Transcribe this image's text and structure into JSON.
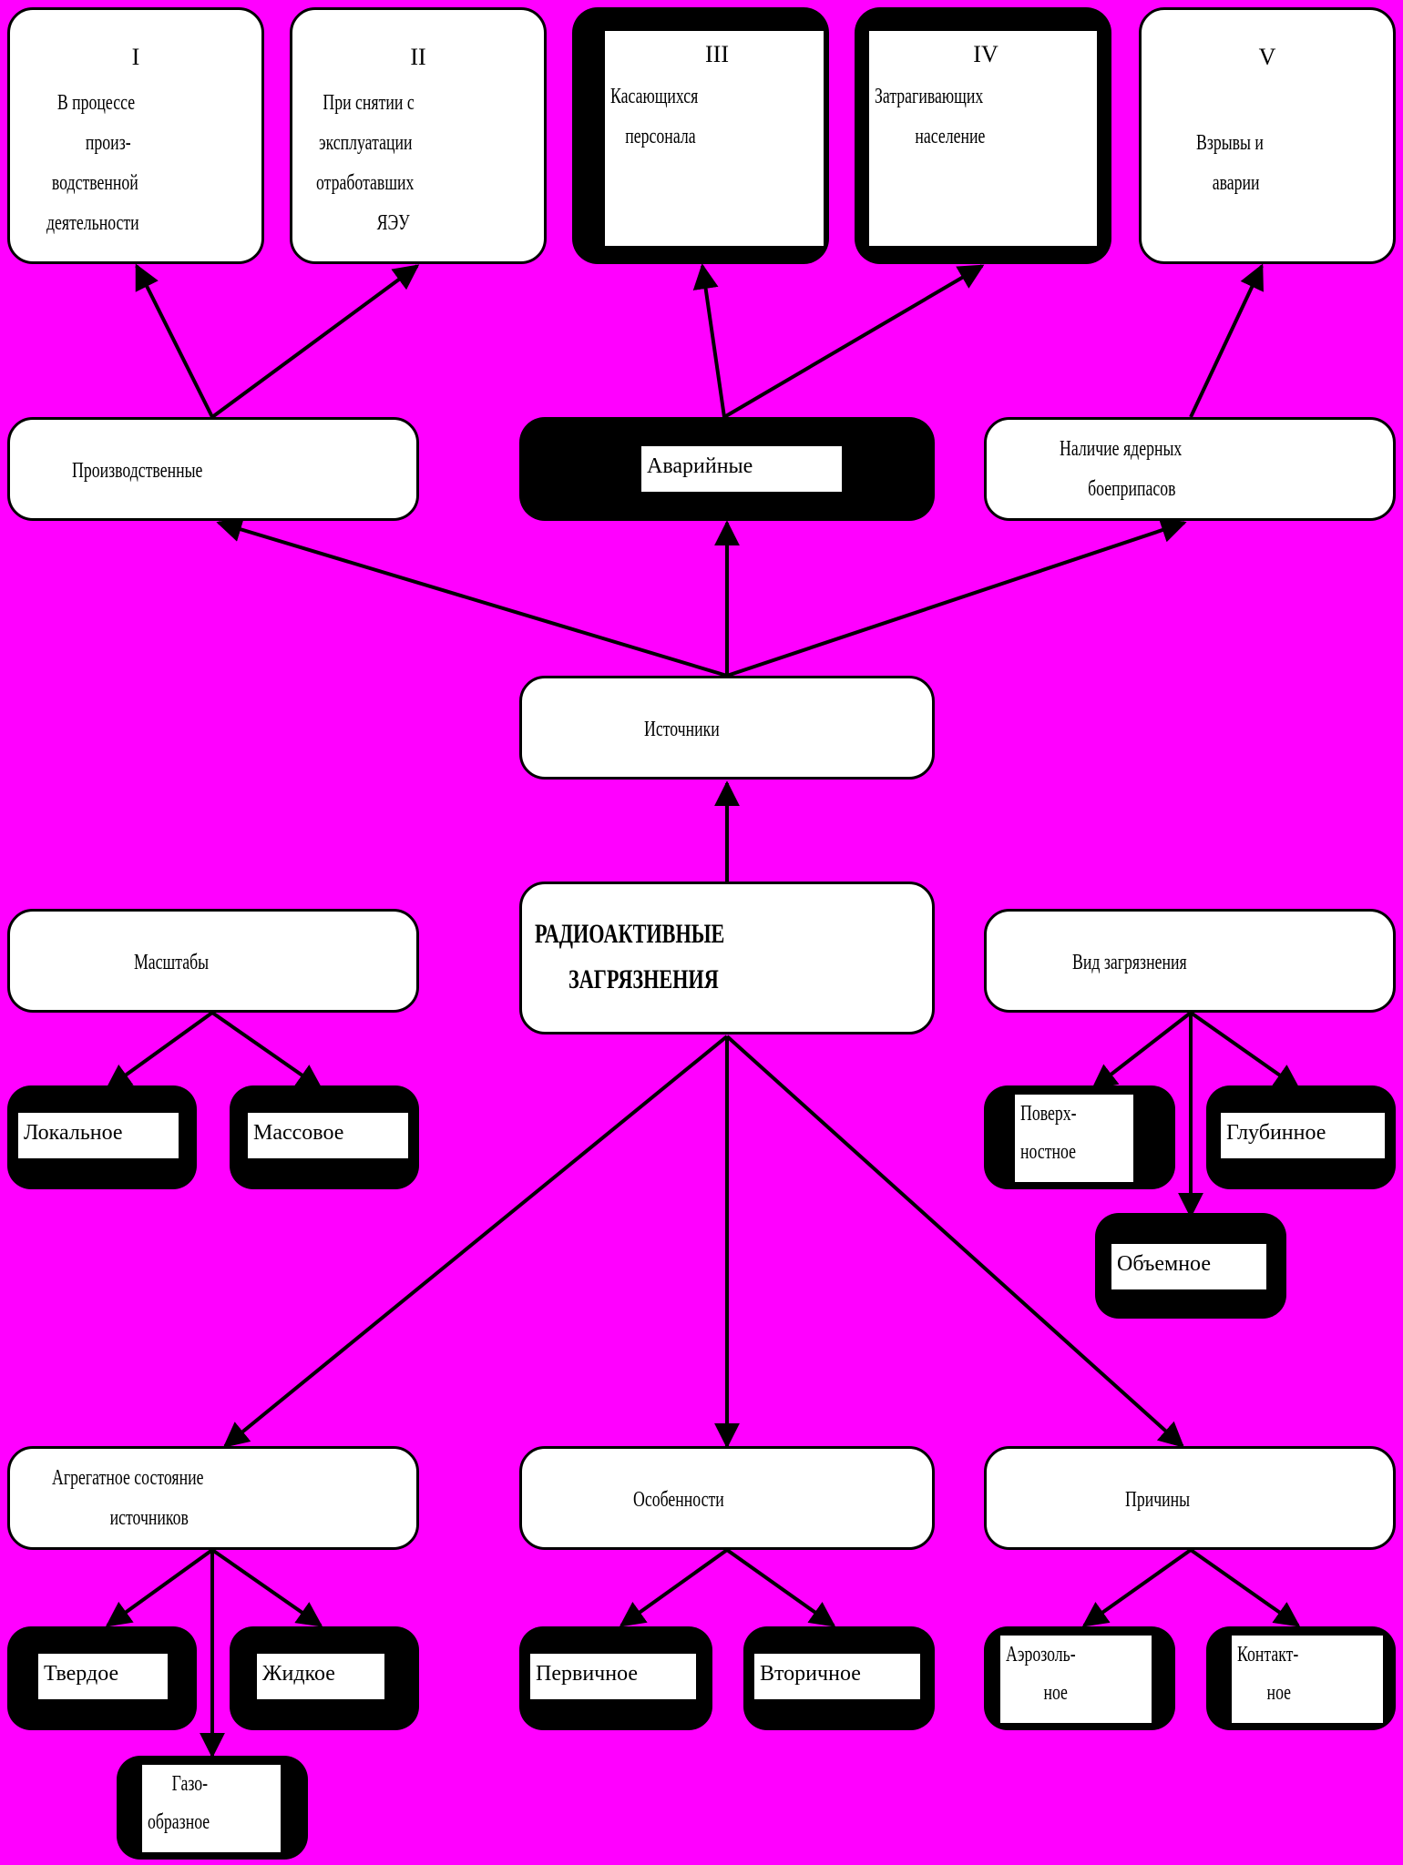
{
  "diagram": {
    "types": [
      {
        "numeral": "I",
        "lines": [
          "В процессе",
          "произ-",
          "водственной",
          "деятельности"
        ]
      },
      {
        "numeral": "II",
        "lines": [
          "При снятии с",
          "эксплуатации",
          "отработавших",
          "ЯЭУ"
        ]
      },
      {
        "numeral": "III",
        "lines": [
          "Касающихся",
          "персонала"
        ]
      },
      {
        "numeral": "IV",
        "lines": [
          "Затрагивающих",
          "население"
        ]
      },
      {
        "numeral": "V",
        "lines": [
          "Взрывы и",
          "аварии"
        ]
      }
    ],
    "source_types": {
      "production": "Производственные",
      "emergency": "Аварийные",
      "nuclear_lines": [
        "Наличие ядерных",
        "боеприпасов"
      ]
    },
    "sources": "Источники",
    "center_lines": [
      "РАДИОАКТИВНЫЕ",
      "ЗАГРЯЗНЕНИЯ"
    ],
    "scale": {
      "label": "Масштабы",
      "local": "Локальное",
      "mass": "Массовое"
    },
    "kind": {
      "label": "Вид загрязнения",
      "surface_lines": [
        "Поверх-",
        "ностное"
      ],
      "deep": "Глубинное",
      "volume": "Объемное"
    },
    "aggregate": {
      "label_lines": [
        "Агрегатное состояние",
        "источников"
      ],
      "solid": "Твердое",
      "liquid": "Жидкое",
      "gas_lines": [
        "Газо-",
        "образное"
      ]
    },
    "features": {
      "label": "Особенности",
      "primary": "Первичное",
      "secondary": "Вторичное"
    },
    "causes": {
      "label": "Причины",
      "aerosol_lines": [
        "Аэрозоль-",
        "ное"
      ],
      "contact_lines": [
        "Контакт-",
        "ное"
      ]
    }
  }
}
